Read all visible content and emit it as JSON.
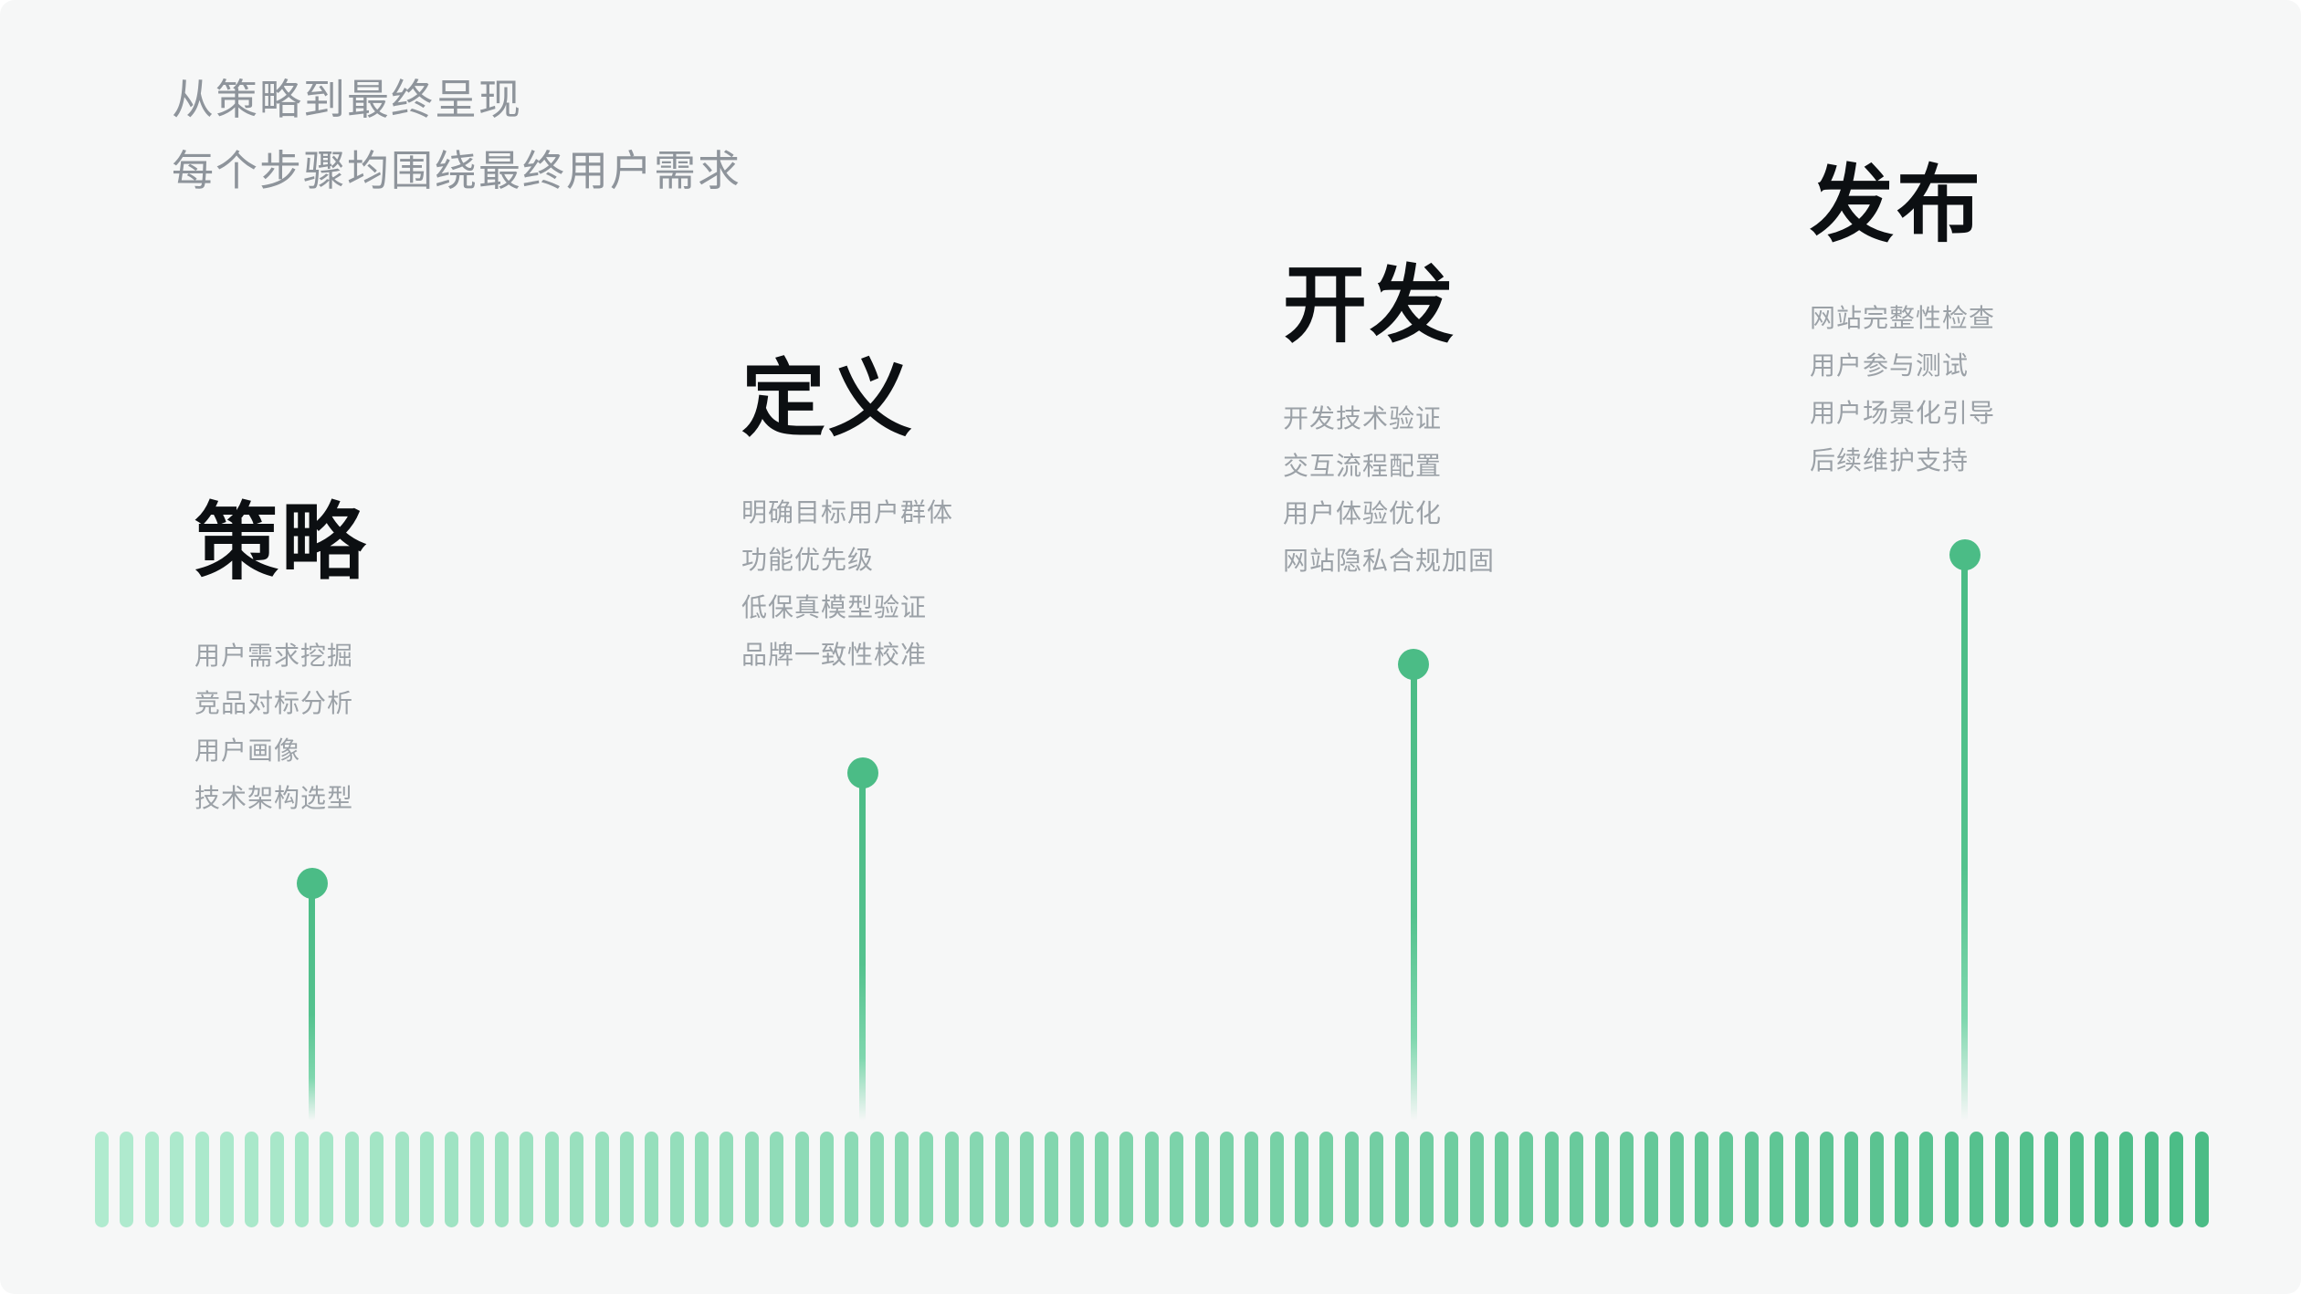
{
  "header": {
    "subtitle_line1": "从策略到最终呈现",
    "subtitle_line2": "每个步骤均围绕最终用户需求"
  },
  "stages": [
    {
      "title": "策略",
      "items": [
        "用户需求挖掘",
        "竞品对标分析",
        "用户画像",
        "技术架构选型"
      ]
    },
    {
      "title": "定义",
      "items": [
        "明确目标用户群体",
        "功能优先级",
        "低保真模型验证",
        "品牌一致性校准"
      ]
    },
    {
      "title": "开发",
      "items": [
        "开发技术验证",
        "交互流程配置",
        "用户体验优化",
        "网站隐私合规加固"
      ]
    },
    {
      "title": "发布",
      "items": [
        "网站完整性检查",
        "用户参与测试",
        "用户场景化引导",
        "后续维护支持"
      ]
    }
  ],
  "timeline": {
    "bar_count": 85,
    "bar_color_start": "#b0ebcf",
    "bar_color_end": "#4bbc86"
  },
  "colors": {
    "accent_green": "#4bbc86",
    "title_text": "#0c0f12",
    "subtitle_text": "#8e949b",
    "item_text": "#9ba1a7",
    "canvas_background": "#f6f7f7"
  }
}
